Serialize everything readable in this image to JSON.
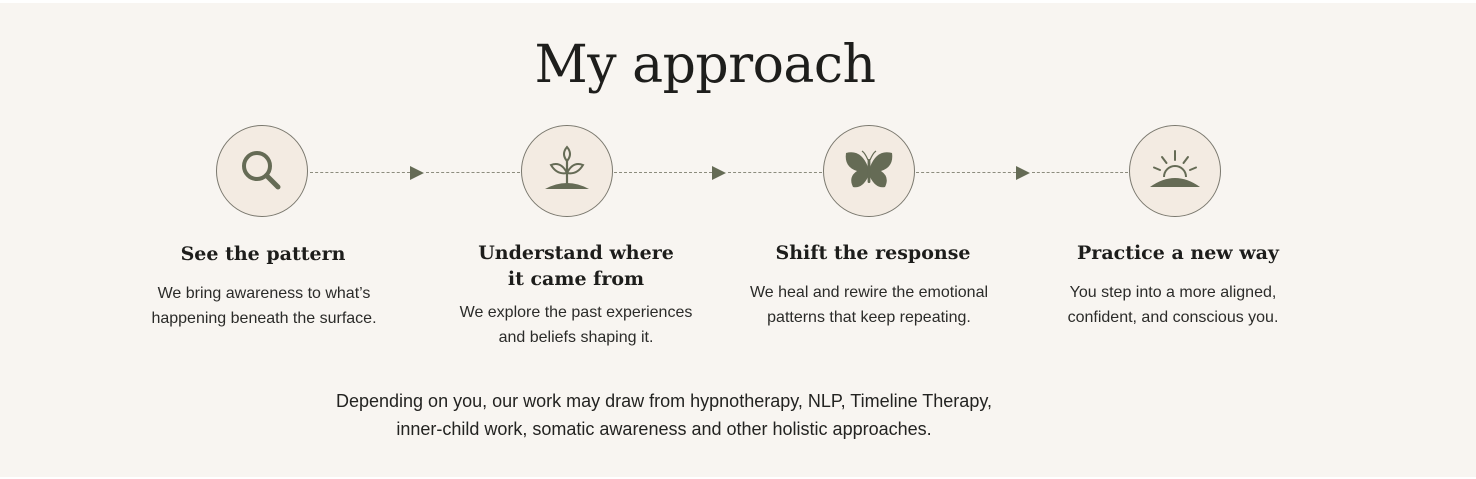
{
  "title": "My approach",
  "colors": {
    "background": "#f8f5f1",
    "circle_fill": "#f3ebe2",
    "icon": "#656b55",
    "text": "#1d1d1b"
  },
  "steps": [
    {
      "icon": "magnifying-glass-icon",
      "title_lines": [
        "See the pattern"
      ],
      "description_lines": [
        "We bring awareness to what’s",
        "happening beneath the surface."
      ]
    },
    {
      "icon": "sprout-icon",
      "title_lines": [
        "Understand where",
        "it came from"
      ],
      "description_lines": [
        "We explore the past experiences",
        "and beliefs shaping it."
      ]
    },
    {
      "icon": "butterfly-icon",
      "title_lines": [
        "Shift the response"
      ],
      "description_lines": [
        "We heal and rewire the emotional",
        "patterns that keep repeating."
      ]
    },
    {
      "icon": "sunrise-icon",
      "title_lines": [
        "Practice a new way"
      ],
      "description_lines": [
        "You step into a more aligned,",
        "confident, and conscious you."
      ]
    }
  ],
  "footer_lines": [
    "Depending on you, our work may draw from hypnotherapy, NLP, Timeline Therapy,",
    "inner-child work, somatic awareness and other holistic approaches."
  ]
}
